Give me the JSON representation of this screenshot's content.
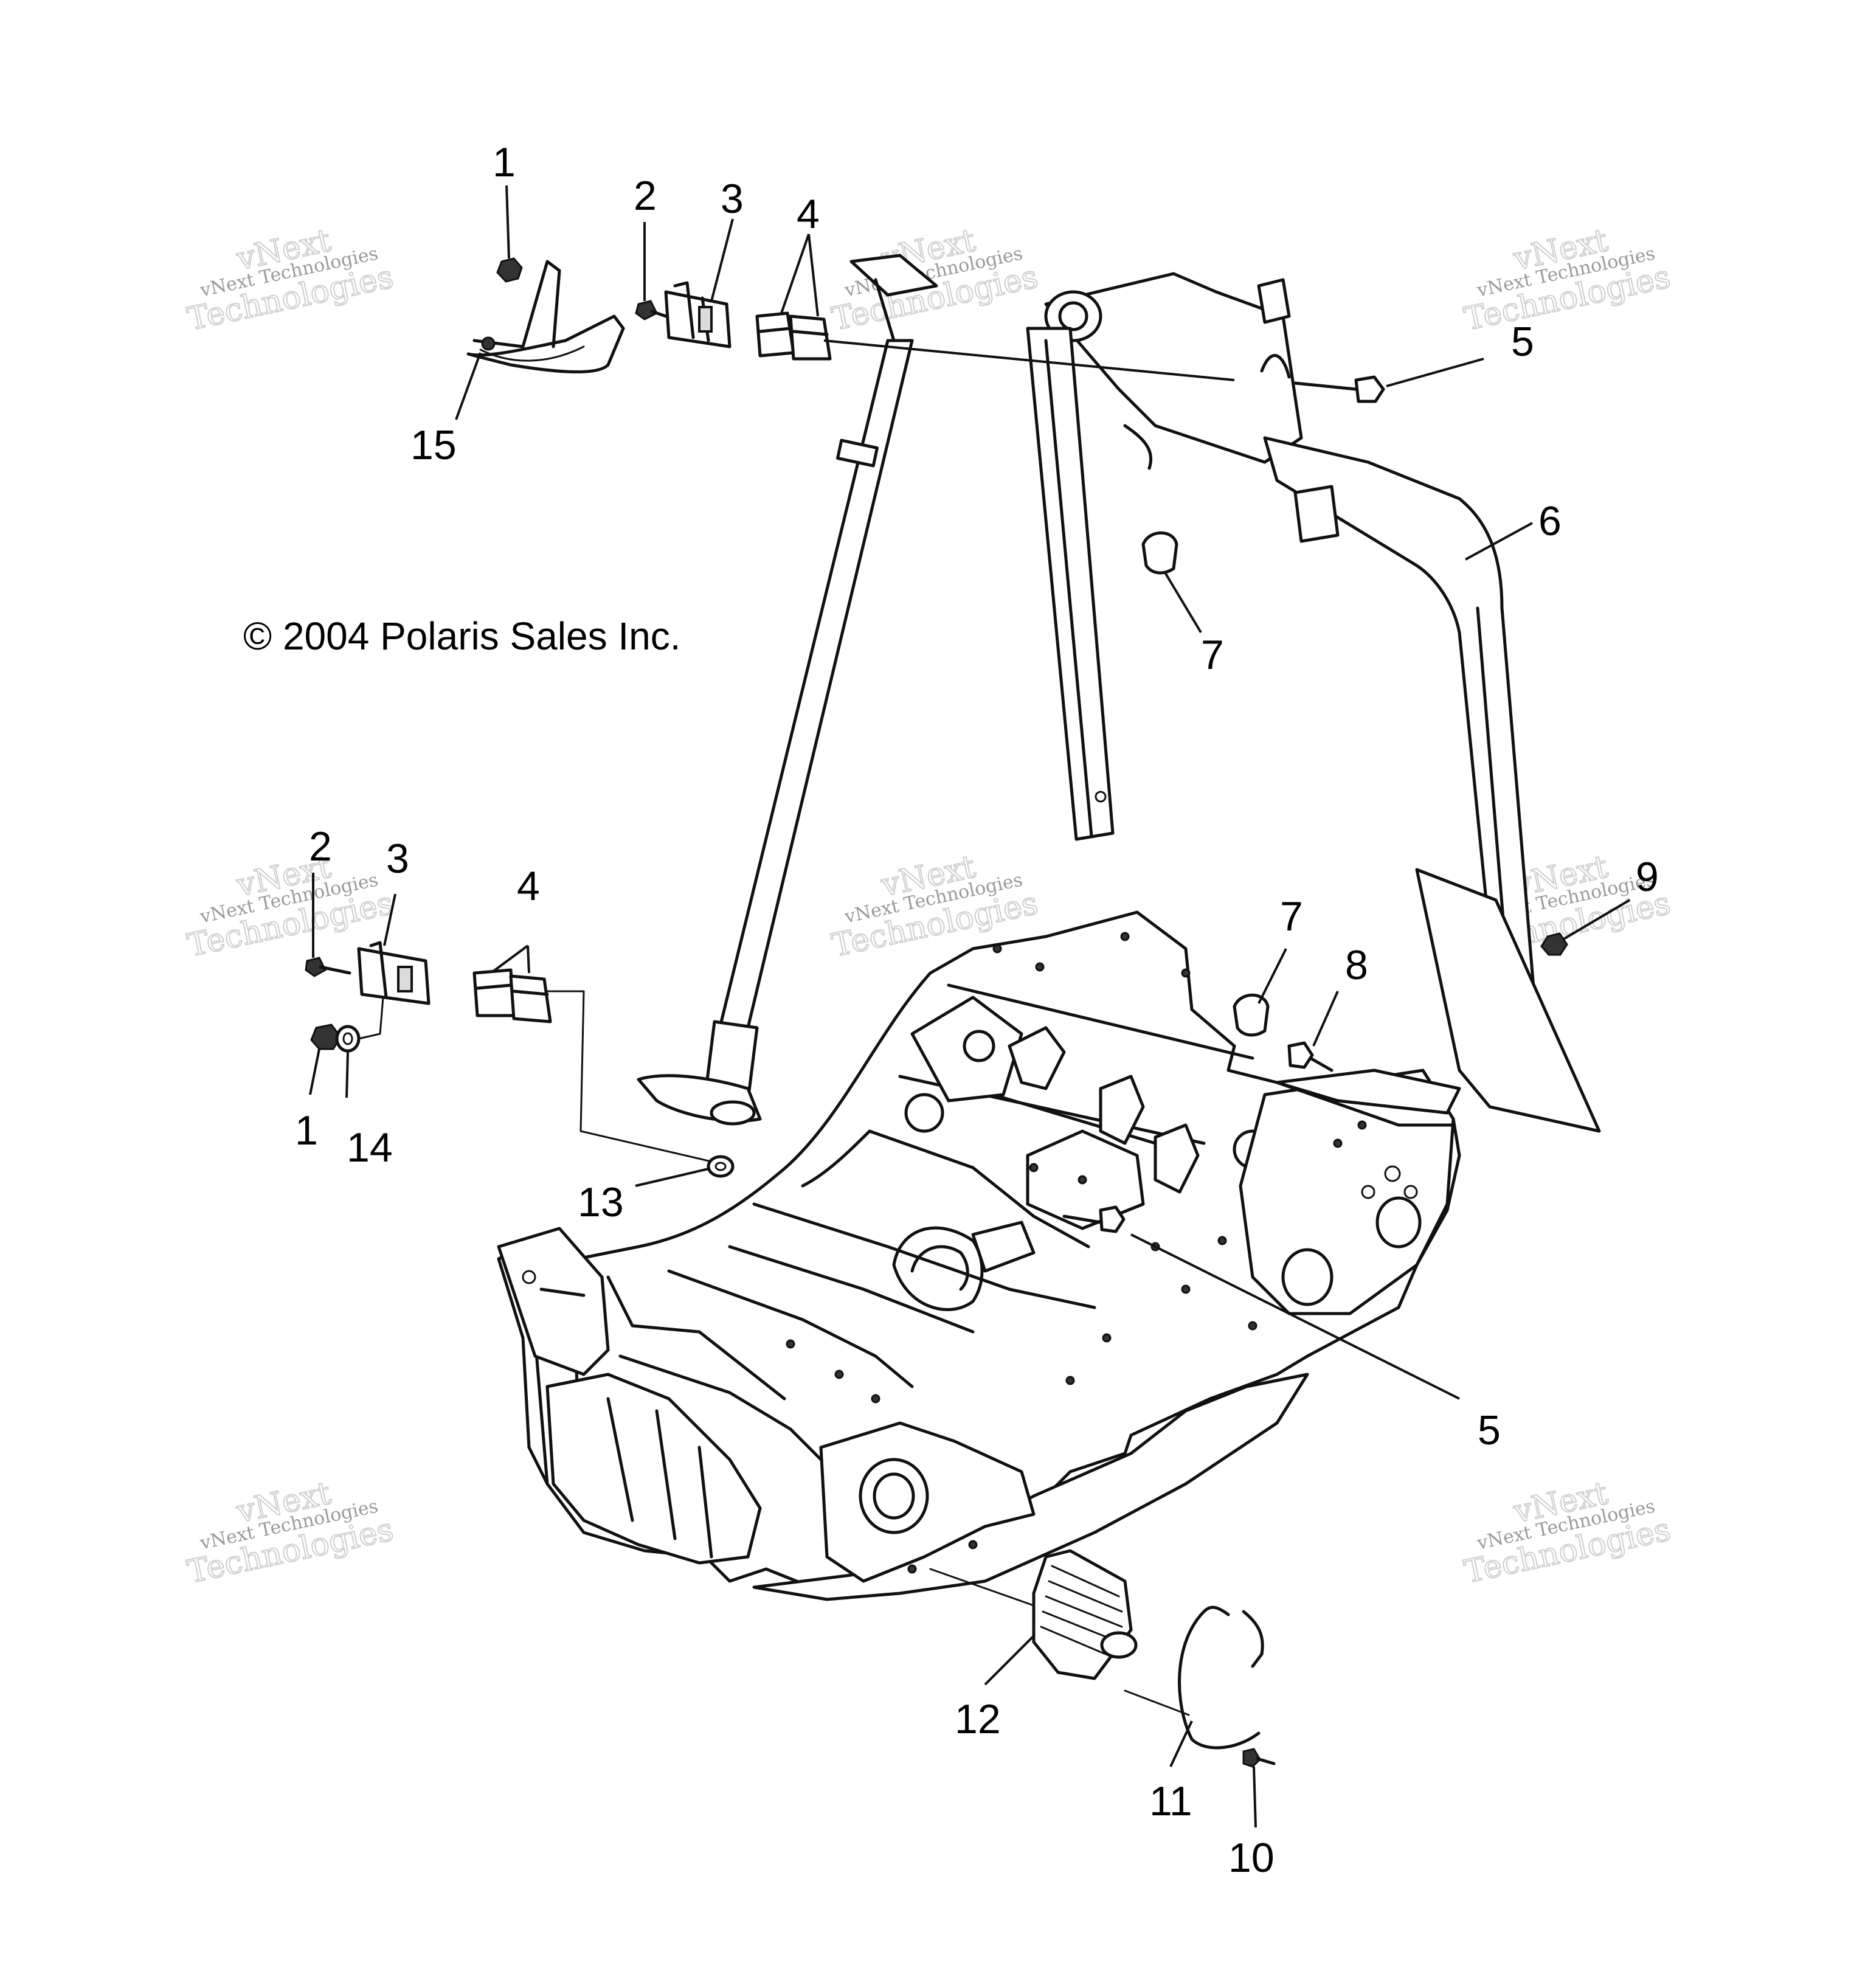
{
  "copyright": "© 2004 Polaris Sales Inc.",
  "watermark": {
    "line1": "vNext",
    "line2": "vNext Technologies",
    "line3": "Technologies"
  },
  "callouts": [
    {
      "id": "c1a",
      "label": "1"
    },
    {
      "id": "c2a",
      "label": "2"
    },
    {
      "id": "c3a",
      "label": "3"
    },
    {
      "id": "c4a",
      "label": "4"
    },
    {
      "id": "c5a",
      "label": "5"
    },
    {
      "id": "c6",
      "label": "6"
    },
    {
      "id": "c7a",
      "label": "7"
    },
    {
      "id": "c15",
      "label": "15"
    },
    {
      "id": "c2b",
      "label": "2"
    },
    {
      "id": "c3b",
      "label": "3"
    },
    {
      "id": "c4b",
      "label": "4"
    },
    {
      "id": "c1b",
      "label": "1"
    },
    {
      "id": "c14",
      "label": "14"
    },
    {
      "id": "c7b",
      "label": "7"
    },
    {
      "id": "c8",
      "label": "8"
    },
    {
      "id": "c9",
      "label": "9"
    },
    {
      "id": "c13",
      "label": "13"
    },
    {
      "id": "c5b",
      "label": "5"
    },
    {
      "id": "c12",
      "label": "12"
    },
    {
      "id": "c11",
      "label": "11"
    },
    {
      "id": "c10",
      "label": "10"
    }
  ]
}
